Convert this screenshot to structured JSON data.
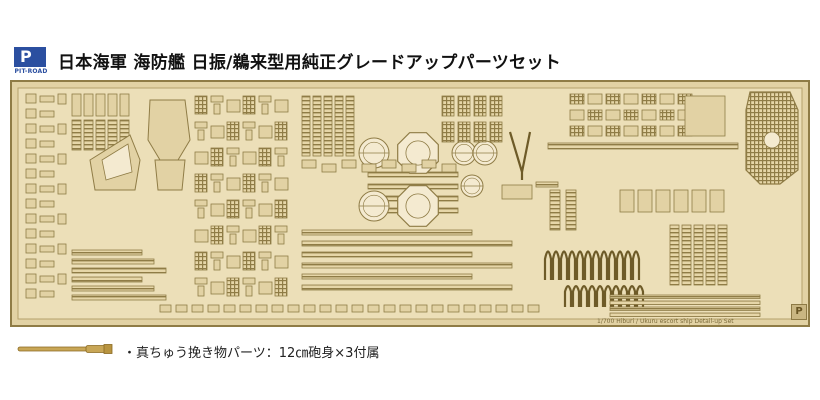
{
  "logo": {
    "letter": "P",
    "text": "PIT-ROAD"
  },
  "title": "日本海軍 海防艦 日振/鵜来型用純正グレードアップパーツセット",
  "fret": {
    "caption": "1/700 Hiburi / Ukuru escort ship Detail-up Set",
    "mark": "P",
    "colors": {
      "brass": "#e2d2a4",
      "edge": "#8f7c46",
      "dark": "#6e5b28",
      "hole": "#f4ead0"
    }
  },
  "accessory": {
    "caption": "・真ちゅう挽き物パーツ：12㎝砲身×3付属",
    "icon": "gun-barrel-icon"
  }
}
